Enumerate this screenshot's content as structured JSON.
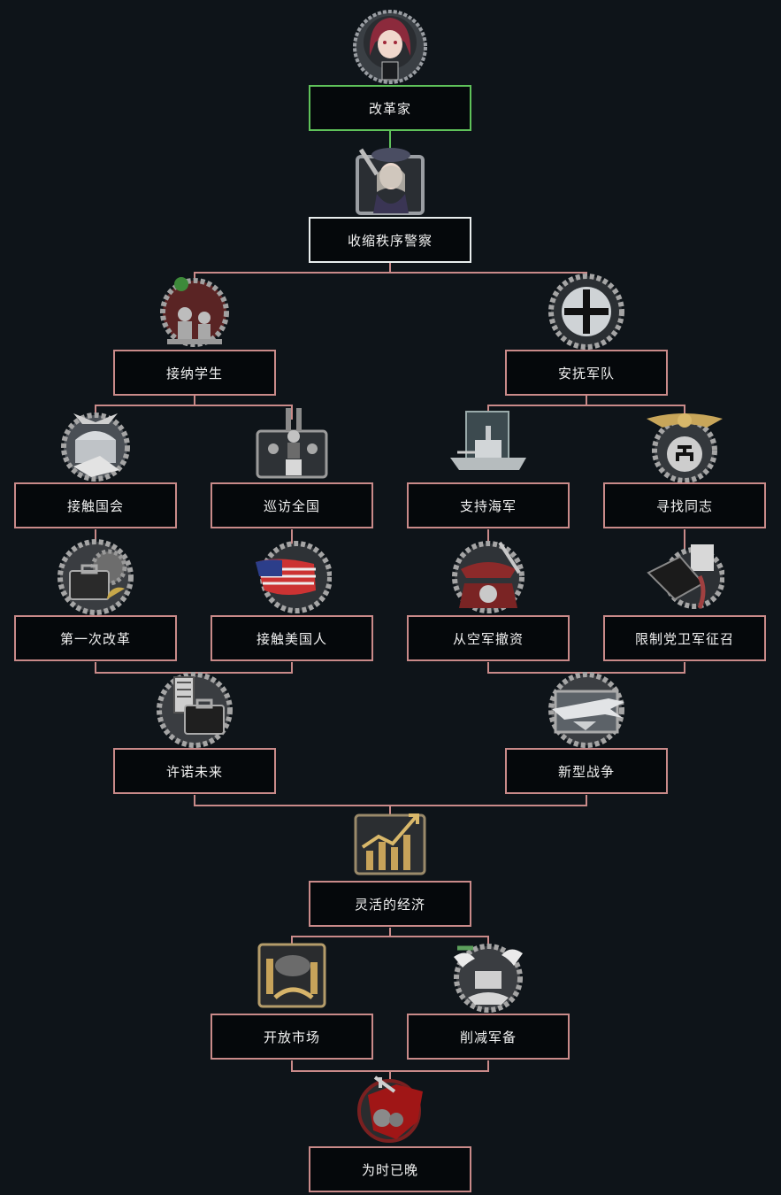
{
  "colors": {
    "background": "#0e1419",
    "line": "#c98a89",
    "box_border": "#c98a89",
    "completed_border": "#5fc25a",
    "current_border": "#e9eeee"
  },
  "focuses": [
    {
      "id": "reformer",
      "label": "改革家",
      "icon": "portrait-icon",
      "state": "completed"
    },
    {
      "id": "tighten-police",
      "label": "收缩秩序警察",
      "icon": "officer-portrait-icon",
      "state": "current"
    },
    {
      "id": "accept-students",
      "label": "接纳学生",
      "icon": "students-icon",
      "state": "available"
    },
    {
      "id": "appease-army",
      "label": "安抚军队",
      "icon": "iron-cross-icon",
      "state": "available"
    },
    {
      "id": "contact-parliament",
      "label": "接触国会",
      "icon": "parliament-icon",
      "state": "available"
    },
    {
      "id": "tour-nation",
      "label": "巡访全国",
      "icon": "rally-icon",
      "state": "available"
    },
    {
      "id": "support-navy",
      "label": "支持海军",
      "icon": "battleship-icon",
      "state": "available"
    },
    {
      "id": "find-comrades",
      "label": "寻找同志",
      "icon": "eagle-icon",
      "state": "available"
    },
    {
      "id": "first-reform",
      "label": "第一次改革",
      "icon": "briefcase-gear-icon",
      "state": "available"
    },
    {
      "id": "contact-americans",
      "label": "接触美国人",
      "icon": "us-flag-icon",
      "state": "available"
    },
    {
      "id": "divest-airforce",
      "label": "从空军撤资",
      "icon": "telephone-icon",
      "state": "available"
    },
    {
      "id": "limit-ss-conscription",
      "label": "限制党卫军征召",
      "icon": "chained-hand-icon",
      "state": "available"
    },
    {
      "id": "promise-future",
      "label": "许诺未来",
      "icon": "briefcase-icon",
      "state": "available"
    },
    {
      "id": "new-warfare",
      "label": "新型战争",
      "icon": "jet-plane-icon",
      "state": "available"
    },
    {
      "id": "flexible-economy",
      "label": "灵活的经济",
      "icon": "economy-chart-icon",
      "state": "available"
    },
    {
      "id": "open-market",
      "label": "开放市场",
      "icon": "market-icon",
      "state": "available"
    },
    {
      "id": "cut-armaments",
      "label": "削减军备",
      "icon": "doves-handshake-icon",
      "state": "available"
    },
    {
      "id": "too-late",
      "label": "为时已晚",
      "icon": "red-map-icon",
      "state": "available"
    }
  ]
}
